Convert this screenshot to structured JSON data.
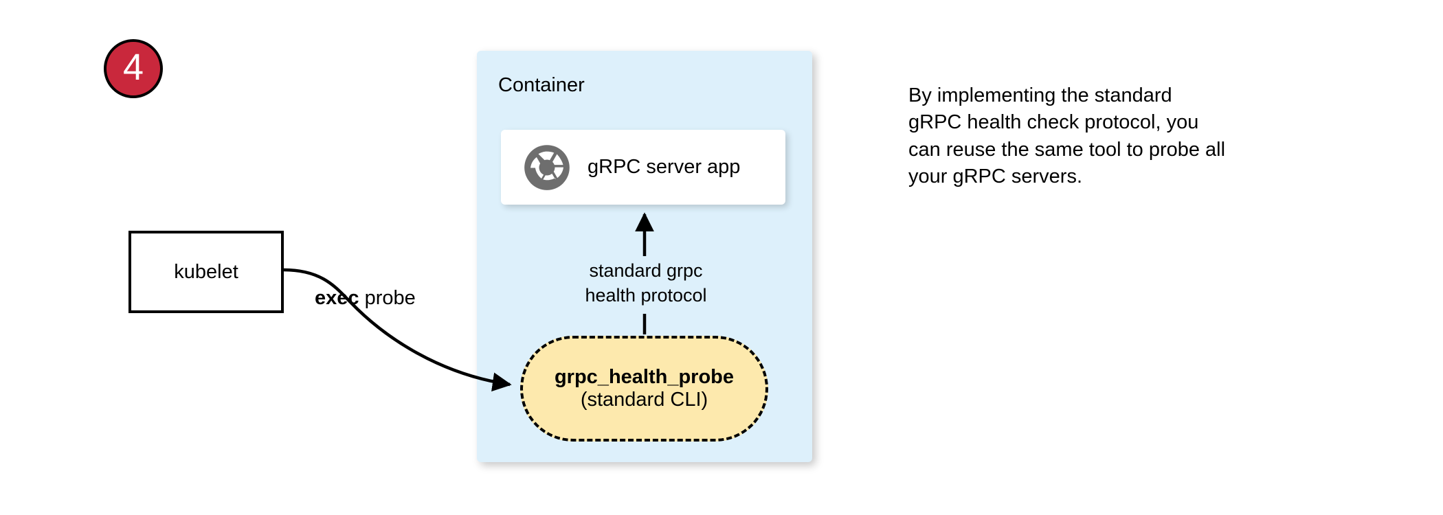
{
  "step": {
    "number": "4",
    "circle_fill": "#c9283c",
    "circle_stroke": "#000000",
    "number_color": "#ffffff"
  },
  "container": {
    "label": "Container",
    "fill": "#ddf0fb"
  },
  "server_card": {
    "label": "gRPC server app",
    "icon": "aperture-icon",
    "icon_color": "#6e6e6e",
    "fill": "#ffffff"
  },
  "probe": {
    "name": "grpc_health_probe",
    "subtitle": "(standard CLI)",
    "fill": "#fde9ad",
    "border_style": "dashed",
    "border_color": "#000000"
  },
  "kubelet": {
    "label": "kubelet",
    "fill": "#ffffff",
    "border_color": "#000000"
  },
  "edges": {
    "exec_probe": {
      "bold_text": "exec",
      "plain_text": " probe",
      "from": "kubelet",
      "to": "grpc_health_probe"
    },
    "protocol": {
      "line_1": "standard grpc",
      "line_2": "health protocol",
      "from": "grpc_health_probe",
      "to": "gRPC server app"
    }
  },
  "caption": {
    "line_1": "By implementing the standard",
    "line_2": "gRPC health check protocol, you",
    "line_3": "can reuse the same tool to probe all",
    "line_4": "your gRPC servers."
  }
}
